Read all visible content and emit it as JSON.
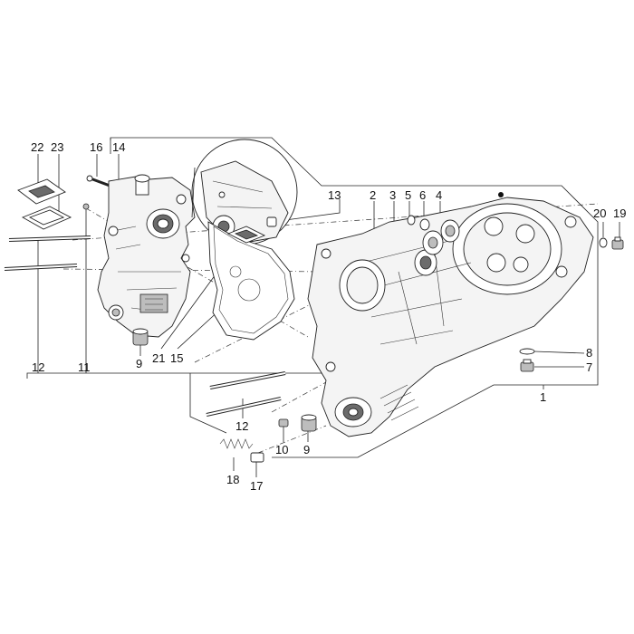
{
  "callouts": [
    {
      "id": "c1",
      "text": "1"
    },
    {
      "id": "c2",
      "text": "2"
    },
    {
      "id": "c3",
      "text": "3"
    },
    {
      "id": "c4",
      "text": "4"
    },
    {
      "id": "c5",
      "text": "5"
    },
    {
      "id": "c6",
      "text": "6"
    },
    {
      "id": "c7",
      "text": "7"
    },
    {
      "id": "c8",
      "text": "8"
    },
    {
      "id": "c9a",
      "text": "9"
    },
    {
      "id": "c9b",
      "text": "9"
    },
    {
      "id": "c10",
      "text": "10"
    },
    {
      "id": "c11",
      "text": "11"
    },
    {
      "id": "c12a",
      "text": "12"
    },
    {
      "id": "c12b",
      "text": "12"
    },
    {
      "id": "c13",
      "text": "13"
    },
    {
      "id": "c14",
      "text": "14"
    },
    {
      "id": "c15",
      "text": "15"
    },
    {
      "id": "c16",
      "text": "16"
    },
    {
      "id": "c17",
      "text": "17"
    },
    {
      "id": "c18",
      "text": "18"
    },
    {
      "id": "c19",
      "text": "19"
    },
    {
      "id": "c20",
      "text": "20"
    },
    {
      "id": "c21",
      "text": "21"
    },
    {
      "id": "c22",
      "text": "22"
    },
    {
      "id": "c23",
      "text": "23"
    }
  ]
}
